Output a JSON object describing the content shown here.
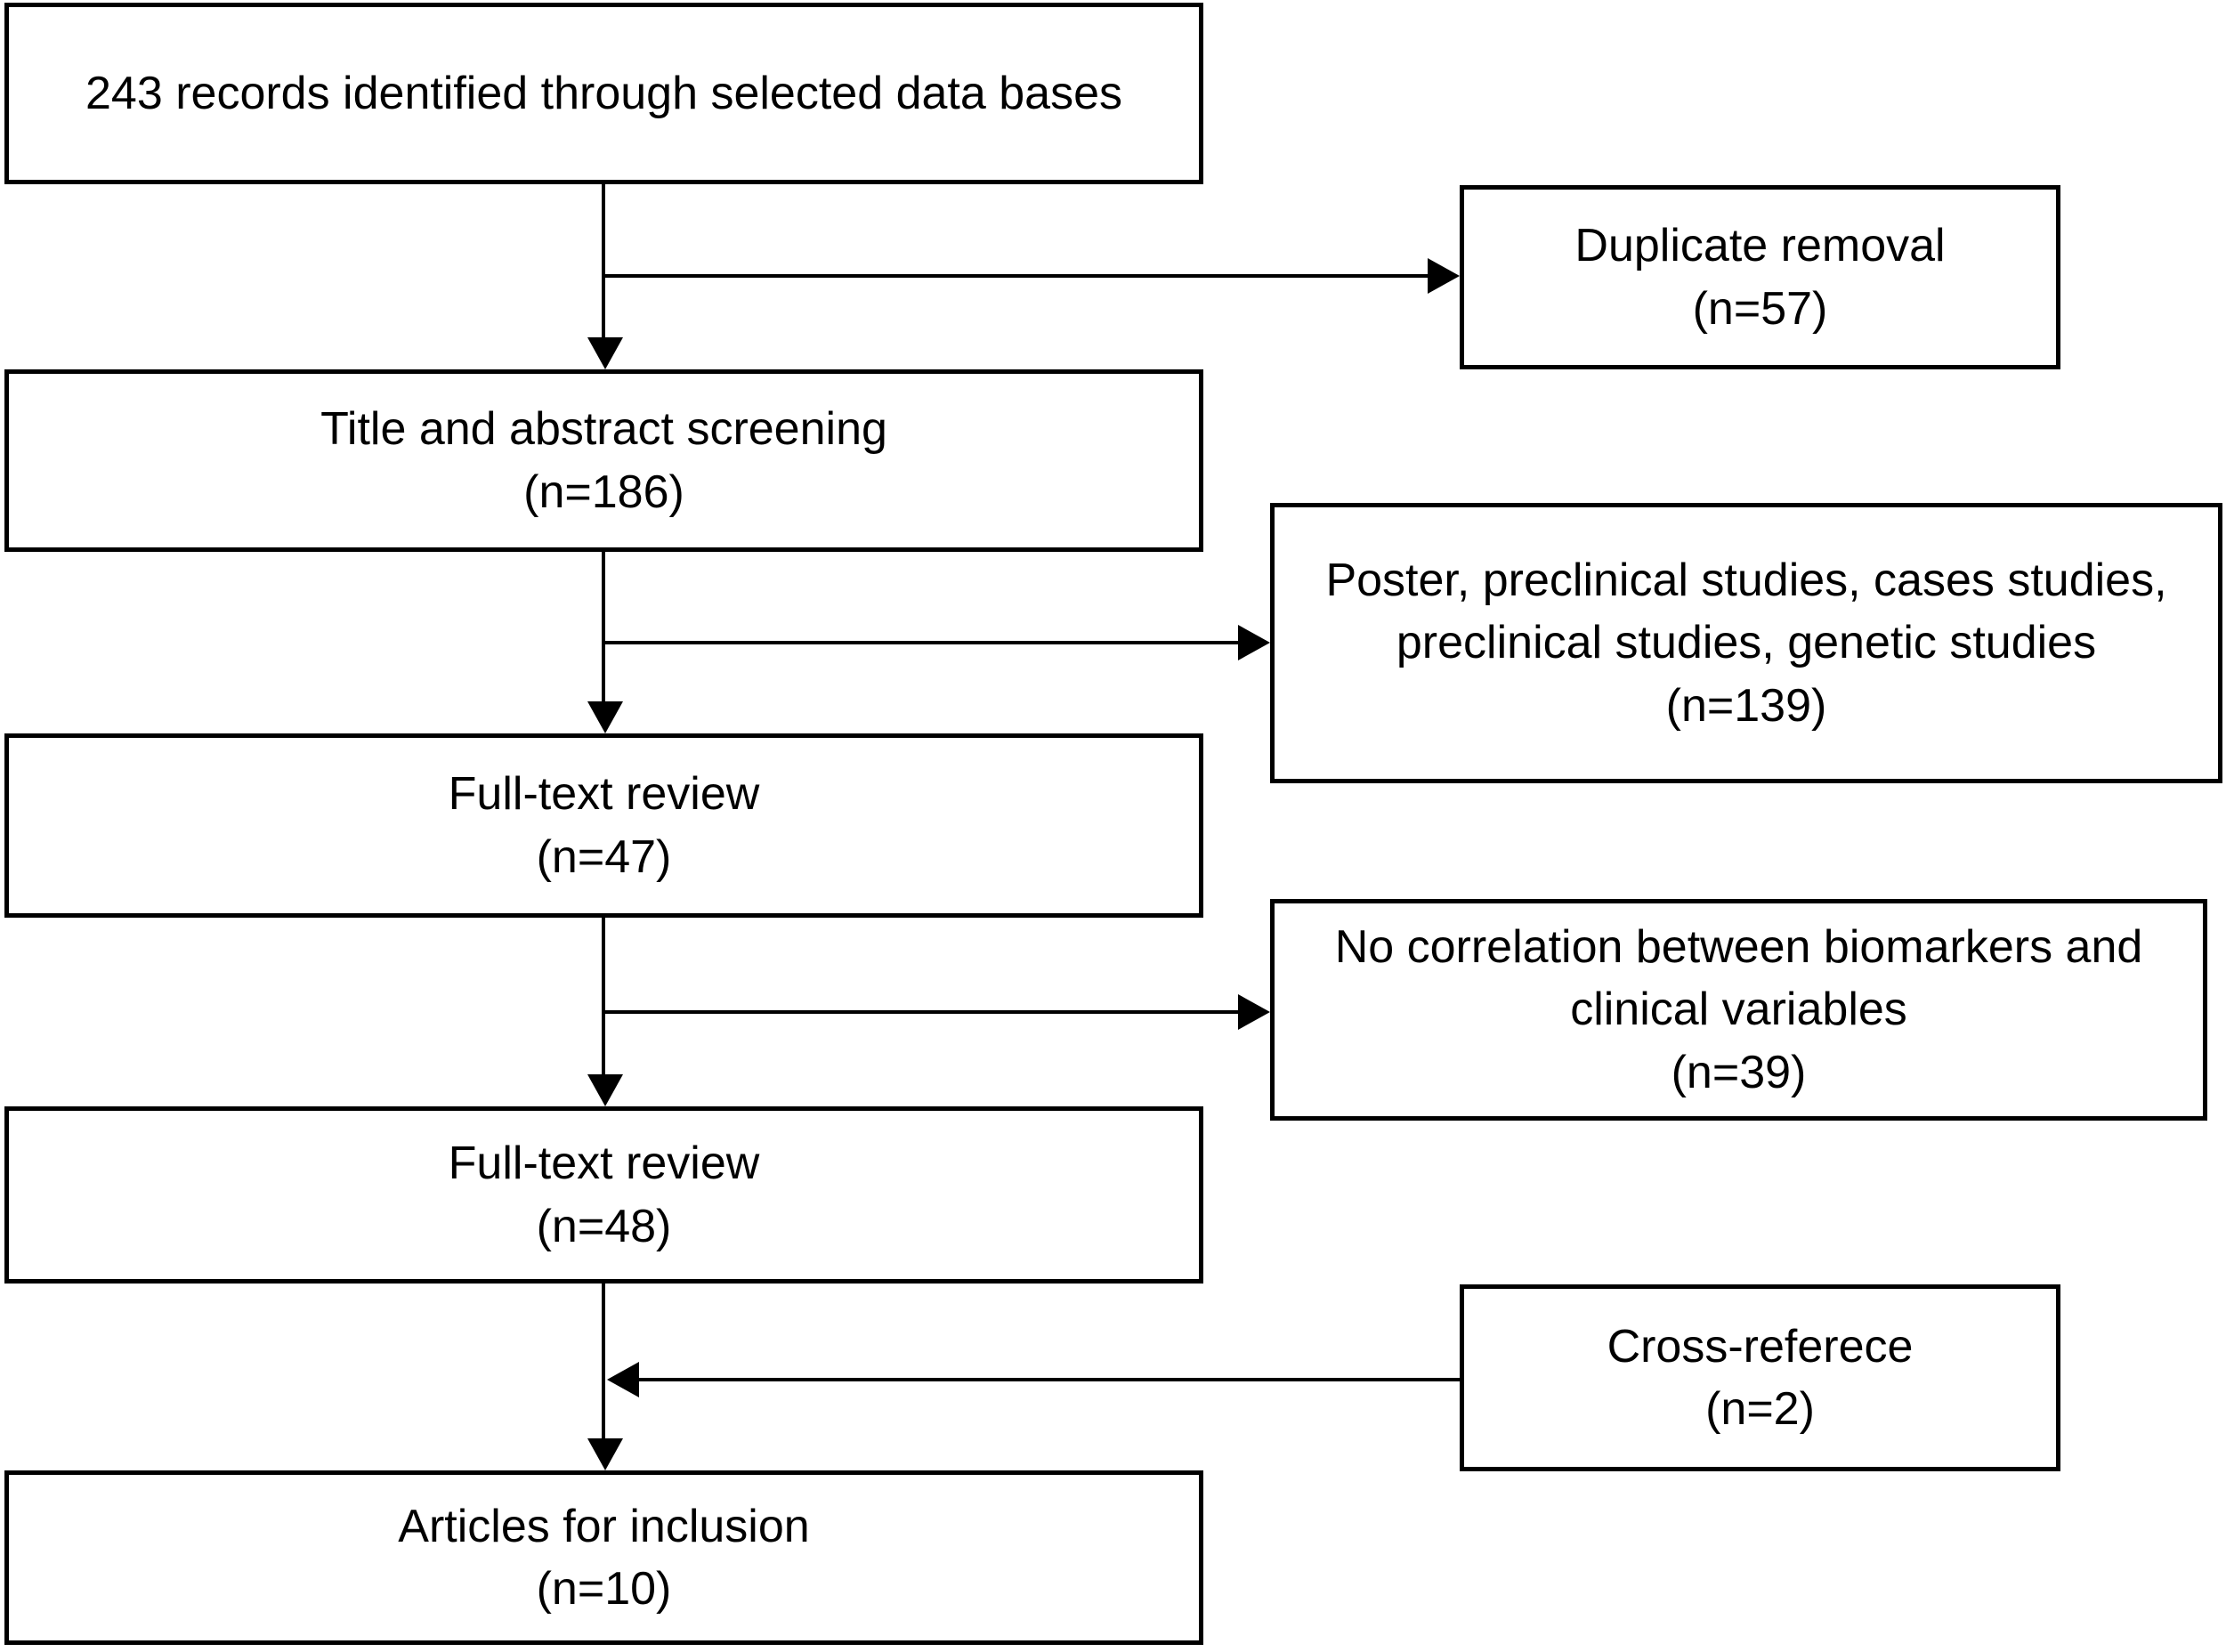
{
  "colors": {
    "background": "#ffffff",
    "ink": "#000000"
  },
  "flowchart": {
    "type": "study-selection-flow-diagram",
    "main_path": [
      {
        "id": "records-identified",
        "lines": [
          "243 records identified through selected data bases"
        ]
      },
      {
        "id": "title-abstract-screening",
        "lines": [
          "Title and abstract screening",
          "(n=186)"
        ]
      },
      {
        "id": "full-text-review-first",
        "lines": [
          "Full-text review",
          "(n=47)"
        ]
      },
      {
        "id": "full-text-review-second",
        "lines": [
          "Full-text review",
          "(n=48)"
        ]
      },
      {
        "id": "articles-for-inclusion",
        "lines": [
          "Articles for inclusion",
          "(n=10)"
        ]
      }
    ],
    "side_boxes": [
      {
        "id": "duplicate-removal",
        "lines": [
          "Duplicate removal",
          "(n=57)"
        ]
      },
      {
        "id": "excluded-study-types",
        "lines": [
          "Poster, preclinical studies, cases studies,",
          "preclinical studies, genetic studies",
          "(n=139)"
        ]
      },
      {
        "id": "excluded-no-correlation",
        "lines": [
          "No correlation between biomarkers and",
          "clinical variables",
          "(n=39)"
        ]
      },
      {
        "id": "cross-reference-added",
        "lines": [
          "Cross-referece",
          "(n=2)"
        ]
      }
    ],
    "edges": [
      {
        "from": "records-identified",
        "to": "duplicate-removal"
      },
      {
        "from": "records-identified",
        "to": "title-abstract-screening"
      },
      {
        "from": "title-abstract-screening",
        "to": "excluded-study-types"
      },
      {
        "from": "title-abstract-screening",
        "to": "full-text-review-first"
      },
      {
        "from": "full-text-review-first",
        "to": "excluded-no-correlation"
      },
      {
        "from": "full-text-review-first",
        "to": "full-text-review-second"
      },
      {
        "from": "cross-reference-added",
        "to": "full-text-review-second"
      },
      {
        "from": "full-text-review-second",
        "to": "articles-for-inclusion"
      }
    ]
  }
}
